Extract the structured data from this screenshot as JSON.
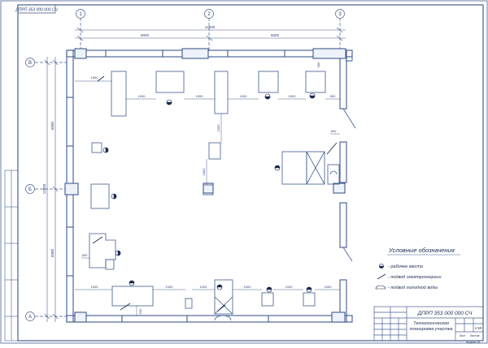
{
  "stamp_code": "ДПРП 353 000 000 СЧ",
  "axes": {
    "columns": [
      "1",
      "2",
      "3"
    ],
    "rows": [
      "В",
      "Б",
      "А"
    ]
  },
  "dims": {
    "top_left": "6000",
    "top_total": "12000",
    "top_right": "6000",
    "left_upper": "6000",
    "left_total": "12000",
    "left_lower": "6000",
    "row_top_a": "1800",
    "row_top_b": "1000",
    "row_top_c": "1000",
    "row_top_d": "1000",
    "row_top_e": "1000",
    "row_top_f": "500",
    "row_top_g": "500",
    "mid_a": "1000",
    "mid_b": "1000",
    "mid_c": "500",
    "left_mid": "500",
    "bot_a": "1000",
    "bot_b": "1000",
    "bot_c": "1000",
    "bot_d": "1000",
    "bot_e": "1000",
    "bot_f": "1000",
    "bot_g": "500"
  },
  "legend": {
    "title": "Условные обозначения",
    "items": [
      {
        "icon": "work-place-symbol",
        "label": "- рабочее место"
      },
      {
        "icon": "power-supply-symbol",
        "label": "- подвод электроэнергии"
      },
      {
        "icon": "cold-water-symbol",
        "label": "- подвод холодной воды"
      }
    ]
  },
  "title_block": {
    "code": "ДПРП 353 000 000 СЧ",
    "name_line1": "Технологическая",
    "name_line2": "планировка участка",
    "scale": "1:50",
    "sheet": "Лист",
    "sheets": "Листов",
    "format": "Формат  А1"
  }
}
